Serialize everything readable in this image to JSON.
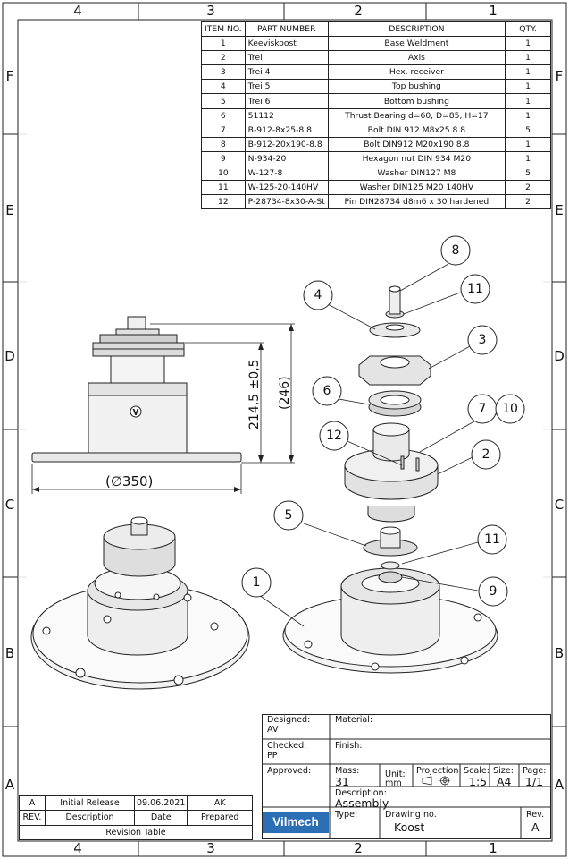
{
  "zones": {
    "columns": [
      "4",
      "3",
      "2",
      "1"
    ],
    "rows": [
      "F",
      "E",
      "D",
      "C",
      "B",
      "A"
    ]
  },
  "bom": {
    "headers": [
      "ITEM NO.",
      "PART NUMBER",
      "DESCRIPTION",
      "QTY."
    ],
    "rows": [
      {
        "item": "1",
        "part": "Keeviskoost",
        "desc": "Base Weldment",
        "qty": "1"
      },
      {
        "item": "2",
        "part": "Trei",
        "desc": "Axis",
        "qty": "1"
      },
      {
        "item": "3",
        "part": "Trei 4",
        "desc": "Hex. receiver",
        "qty": "1"
      },
      {
        "item": "4",
        "part": "Trei 5",
        "desc": "Top bushing",
        "qty": "1"
      },
      {
        "item": "5",
        "part": "Trei 6",
        "desc": "Bottom bushing",
        "qty": "1"
      },
      {
        "item": "6",
        "part": "51112",
        "desc": "Thrust Bearing d=60, D=85, H=17",
        "qty": "1"
      },
      {
        "item": "7",
        "part": "B-912-8x25-8.8",
        "desc": "Bolt DIN 912 M8x25  8.8",
        "qty": "5"
      },
      {
        "item": "8",
        "part": "B-912-20x190-8.8",
        "desc": "Bolt DIN912 M20x190 8.8",
        "qty": "1"
      },
      {
        "item": "9",
        "part": "N-934-20",
        "desc": "Hexagon nut DIN 934  M20",
        "qty": "1"
      },
      {
        "item": "10",
        "part": "W-127-8",
        "desc": "Washer DIN127 M8",
        "qty": "5"
      },
      {
        "item": "11",
        "part": "W-125-20-140HV",
        "desc": "Washer DIN125 M20 140HV",
        "qty": "2"
      },
      {
        "item": "12",
        "part": "P-28734-8x30-A-St",
        "desc": "Pin DIN28734 d8m6 x 30 hardened",
        "qty": "2"
      }
    ]
  },
  "dimensions": {
    "height_tol": "214,5 ±0,5",
    "height_ref": "(246)",
    "diameter_ref": "(∅350)",
    "symbol": "V"
  },
  "balloons": [
    "8",
    "4",
    "11",
    "3",
    "6",
    "7",
    "10",
    "12",
    "2",
    "5",
    "11",
    "1",
    "9"
  ],
  "revision_table": {
    "row": {
      "rev": "A",
      "description": "Initial Release",
      "date": "09.06.2021",
      "prepared": "AK"
    },
    "headers": {
      "rev": "REV.",
      "description": "Description",
      "date": "Date",
      "prepared": "Prepared"
    },
    "caption": "Revision Table"
  },
  "title_block": {
    "designed_label": "Designed:",
    "designed_value": "AV",
    "checked_label": "Checked:",
    "checked_value": "PP",
    "approved_label": "Approved:",
    "material_label": "Material:",
    "finish_label": "Finish:",
    "mass_label": "Mass:",
    "mass_value": "31",
    "unit_label": "Unit:",
    "unit_value": "mm",
    "projection_label": "Projection:",
    "scale_label": "Scale:",
    "scale_value": "1:5",
    "size_label": "Size:",
    "size_value": "A4",
    "page_label": "Page:",
    "page_value": "1/1",
    "description_label": "Description:",
    "description_value": "Assembly",
    "type_label": "Type:",
    "drawing_no_label": "Drawing no.",
    "drawing_no_value": "Koost",
    "rev_label": "Rev.",
    "rev_value": "A",
    "logo_text": "Vilmech"
  }
}
